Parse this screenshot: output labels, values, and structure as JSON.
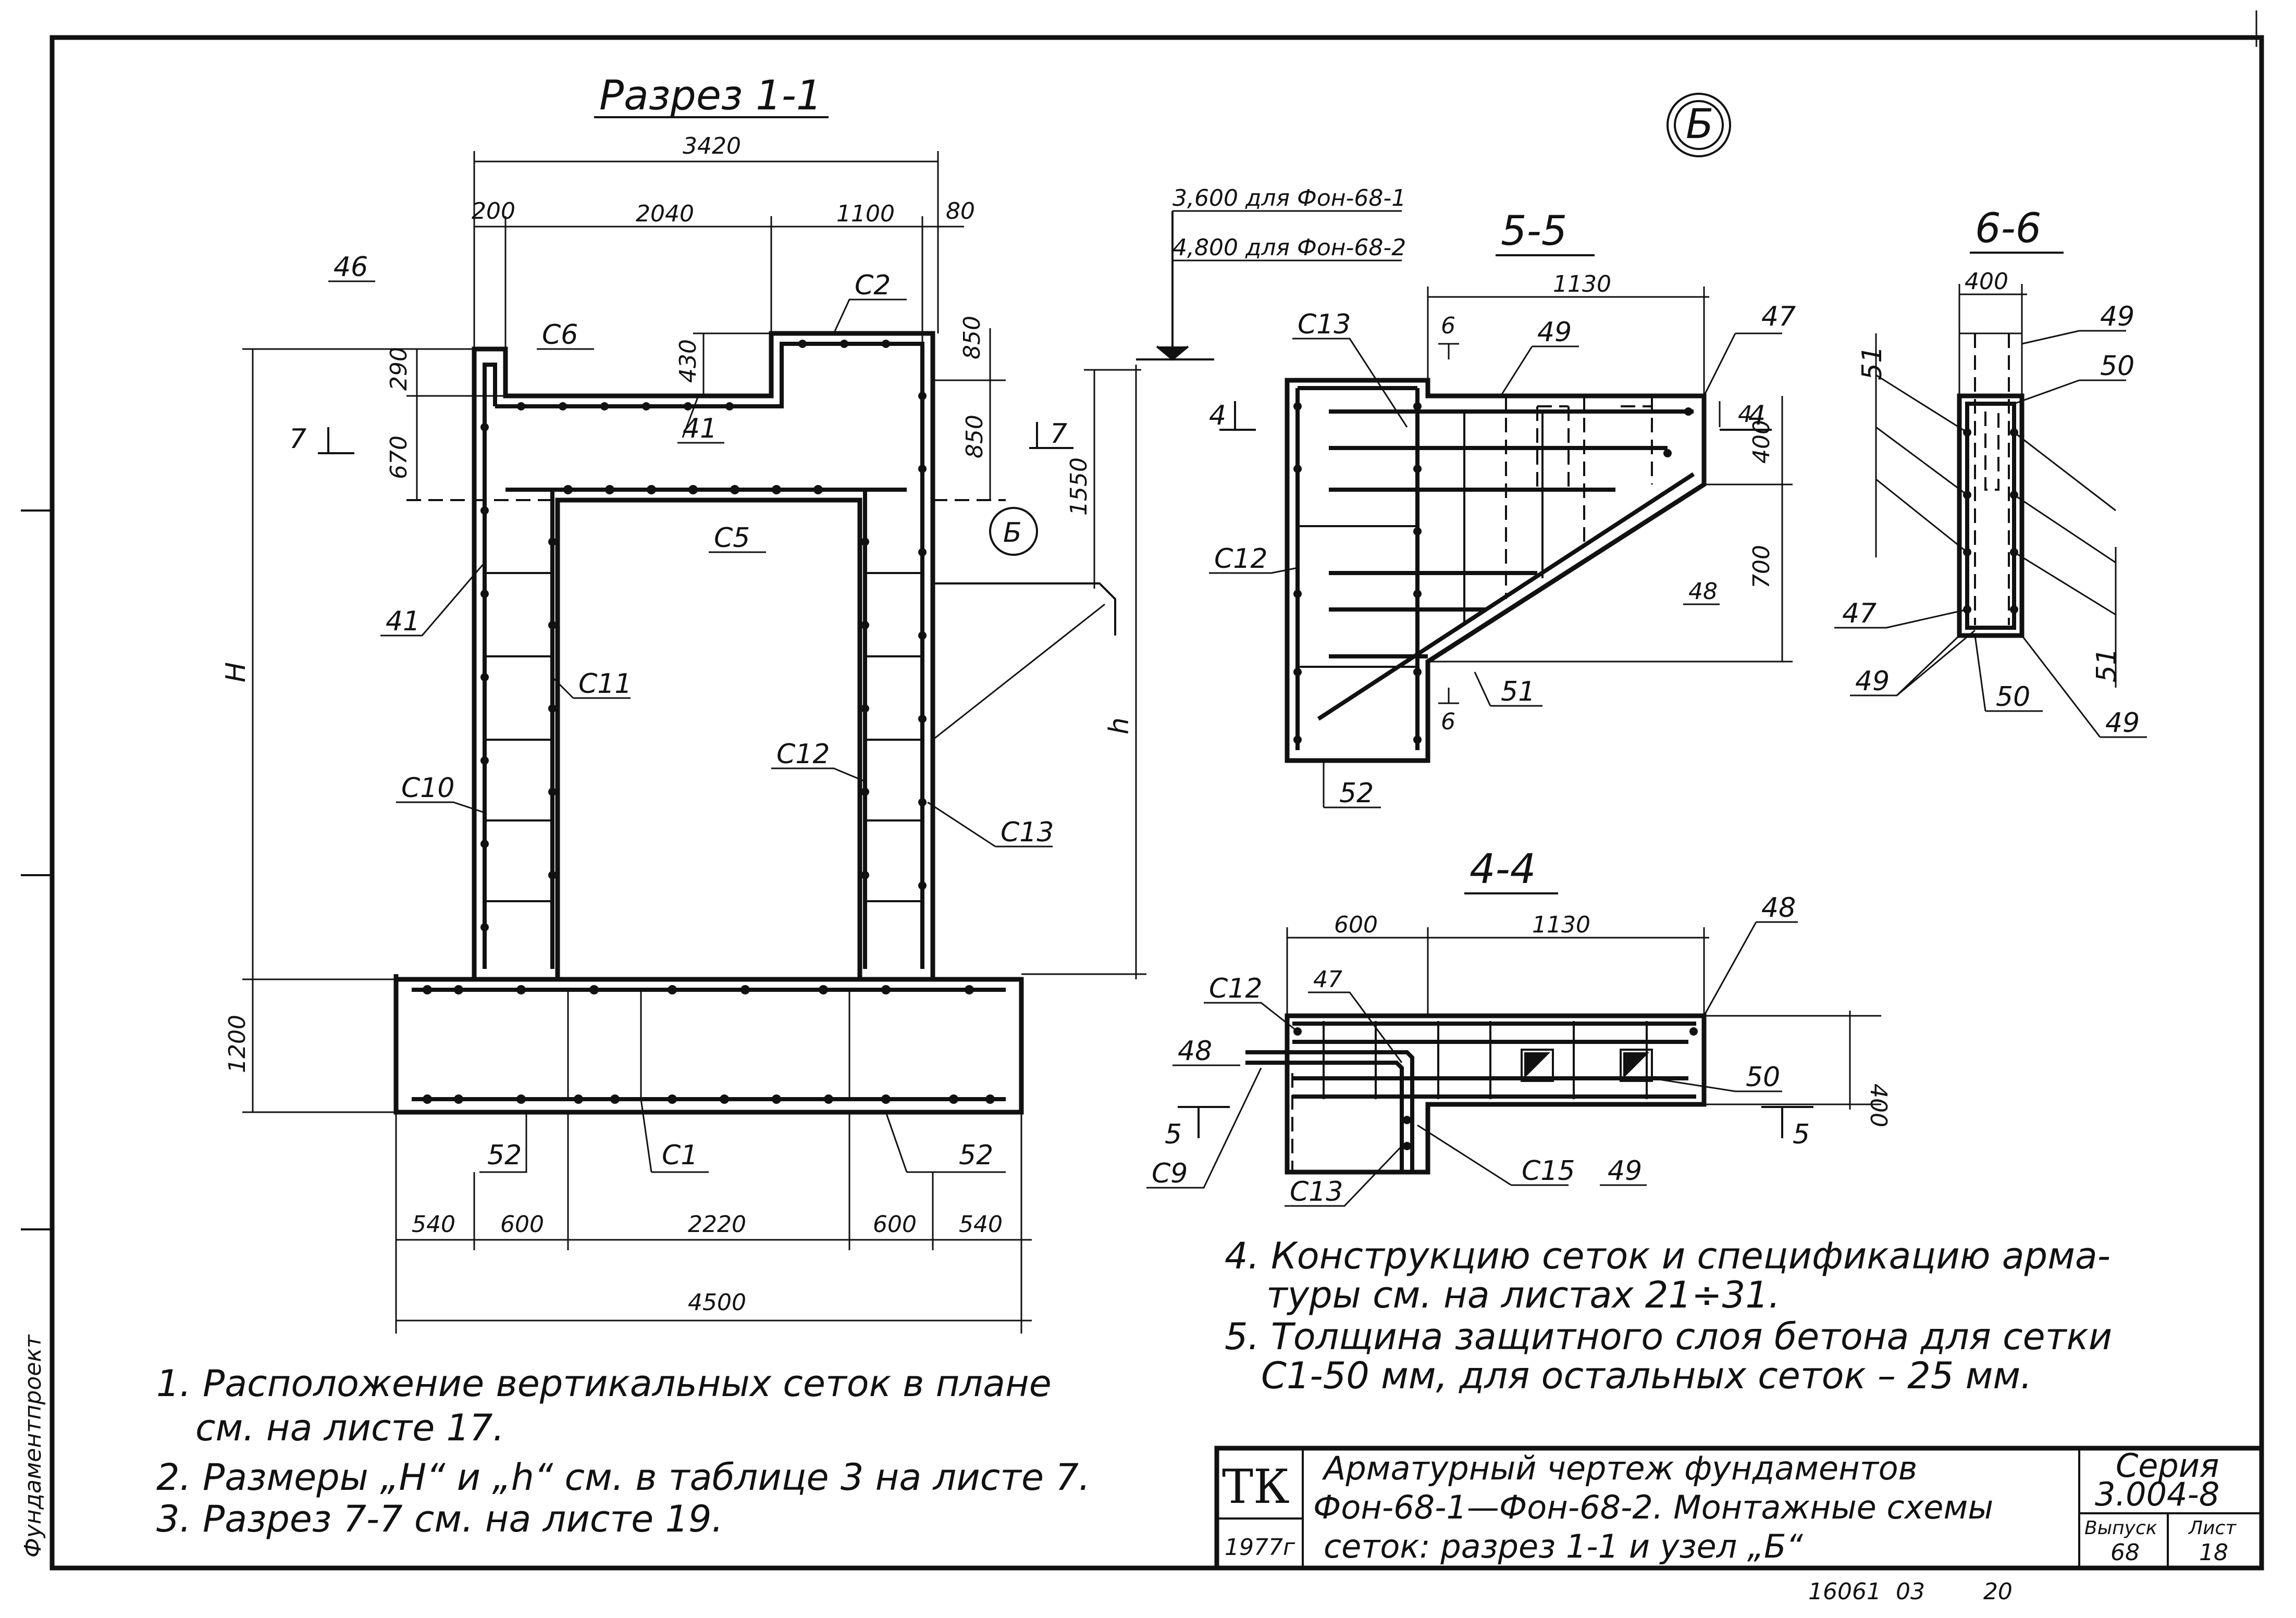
{
  "section_1_1": {
    "title": "Разрез 1-1",
    "dims_top": [
      "3420",
      "200",
      "2040",
      "1100",
      "80"
    ],
    "dims_left": [
      "290",
      "670",
      "H",
      "1200"
    ],
    "dims_right": [
      "430",
      "850",
      "850",
      "1550",
      "h"
    ],
    "dims_bottom": [
      "540",
      "600",
      "2220",
      "600",
      "540",
      "4500"
    ],
    "marks": [
      "46",
      "С6",
      "С2",
      "41",
      "С5",
      "41",
      "С11",
      "С10",
      "С12",
      "С13",
      "52",
      "С1",
      "52"
    ],
    "cut_left": "7",
    "cut_right": "7",
    "node_ref": "Б"
  },
  "node_b": {
    "label": "Б",
    "level_1": "3,600 для Фон-68-1",
    "level_2": "4,800 для Фон-68-2"
  },
  "section_5_5": {
    "title": "5-5",
    "dims": [
      "1130",
      "6",
      "4",
      "400",
      "700",
      "6"
    ],
    "marks": [
      "С13",
      "49",
      "47",
      "С12",
      "48",
      "51",
      "52"
    ],
    "cut_left": "4",
    "cut_right": "4"
  },
  "section_6_6": {
    "title": "6-6",
    "dims": [
      "400"
    ],
    "marks": [
      "49",
      "50",
      "51",
      "47",
      "49",
      "50",
      "51",
      "49"
    ]
  },
  "section_4_4": {
    "title": "4-4",
    "dims": [
      "600",
      "1130",
      "400"
    ],
    "marks": [
      "48",
      "С12",
      "47",
      "48",
      "50",
      "С9",
      "С13",
      "С15",
      "49"
    ],
    "cut_left": "5",
    "cut_right": "5"
  },
  "notes_left": [
    "1. Расположение вертикальных сеток в плане",
    "см. на листе 17.",
    "2. Размеры „H“ и „h“ см. в таблице 3 на листе 7.",
    "3. Разрез 7-7 см. на листе 19."
  ],
  "notes_right": [
    "4. Конструкцию сеток и спецификацию арма-",
    "туры см. на листах 21÷31.",
    "5. Толщина защитного слоя бетона для сетки",
    "С1-50 мм, для остальных сеток – 25 мм."
  ],
  "stamp": {
    "org": "ТК",
    "year": "1977г",
    "title_lines": [
      "Арматурный чертеж фундаментов",
      "Фон-68-1—Фон-68-2. Монтажные схемы",
      "сеток: разрез 1-1 и узел „Б“"
    ],
    "series_label": "Серия",
    "series": "3.004-8",
    "issue_label": "Выпуск",
    "issue": "68",
    "sheet_label": "Лист",
    "sheet": "18"
  },
  "side_text": "Фундаментпроект",
  "footer": "16061  03        20"
}
